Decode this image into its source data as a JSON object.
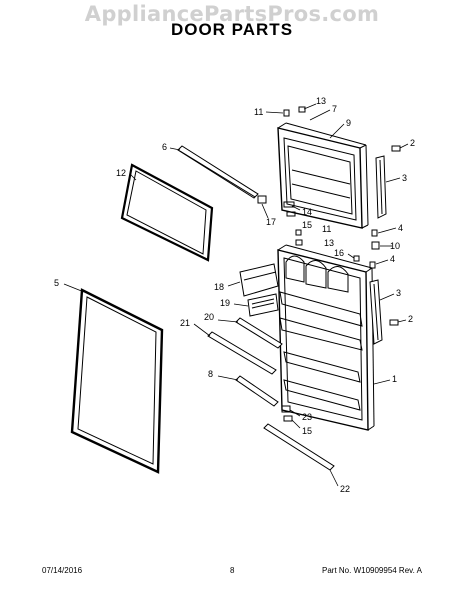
{
  "watermark": "AppliancePartsPros.com",
  "title": "DOOR PARTS",
  "footer": {
    "date": "07/14/2016",
    "page": "8",
    "part_info": "Part No. W10909954  Rev. A"
  },
  "callouts": [
    "11",
    "13",
    "7",
    "9",
    "2",
    "3",
    "6",
    "12",
    "17",
    "14",
    "15",
    "11",
    "13",
    "4",
    "10",
    "16",
    "4",
    "5",
    "18",
    "19",
    "20",
    "21",
    "3",
    "2",
    "1",
    "8",
    "23",
    "15",
    "22"
  ]
}
